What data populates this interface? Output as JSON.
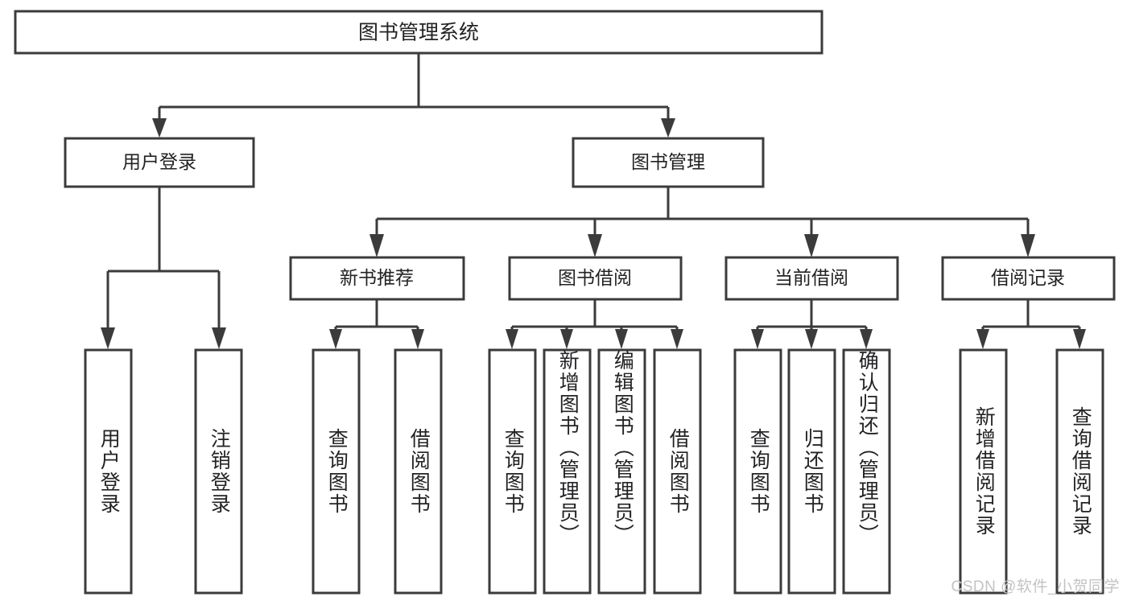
{
  "diagram": {
    "type": "hierarchy-tree",
    "title": "图书管理系统",
    "background_color": "#ffffff",
    "line_color": "#3b3b3d",
    "box_fill": "#ffffff",
    "text_color": "#232326",
    "root": {
      "label": "图书管理系统"
    },
    "level2": [
      {
        "label": "用户登录"
      },
      {
        "label": "图书管理"
      }
    ],
    "level3": [
      {
        "label": "新书推荐"
      },
      {
        "label": "图书借阅"
      },
      {
        "label": "当前借阅"
      },
      {
        "label": "借阅记录"
      }
    ],
    "leaves": {
      "user_login": [
        {
          "label": "用户登录"
        },
        {
          "label": "注销登录"
        }
      ],
      "new_book_recommend": [
        {
          "label": "查询图书"
        },
        {
          "label": "借阅图书"
        }
      ],
      "book_borrow": [
        {
          "label": "查询图书"
        },
        {
          "label": "新增图书（管理员）"
        },
        {
          "label": "编辑图书（管理员）"
        },
        {
          "label": "借阅图书"
        }
      ],
      "current_borrow": [
        {
          "label": "查询图书"
        },
        {
          "label": "归还图书"
        },
        {
          "label": "确认归还（管理员）"
        }
      ],
      "borrow_record": [
        {
          "label": "新增借阅记录"
        },
        {
          "label": "查询借阅记录"
        }
      ]
    }
  },
  "watermark": {
    "text": "CSDN @软件_小贺同学"
  }
}
